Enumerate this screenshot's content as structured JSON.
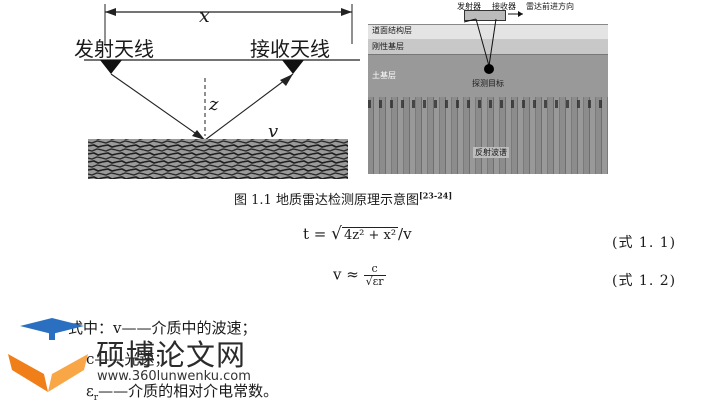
{
  "left_figure": {
    "distance_label": "x",
    "transmit_label": "发射天线",
    "receive_label": "接收天线",
    "depth_label": "z",
    "velocity_label": "v"
  },
  "right_figure": {
    "top_labels": {
      "transmitter": "发射器",
      "receiver": "接收器",
      "direction": "雷达前进方向"
    },
    "layers": [
      "道面结构层",
      "刚性基层",
      "土基层"
    ],
    "target_label": "探测目标",
    "wave_label": "反射波谱"
  },
  "caption": {
    "text": "图 1.1  地质雷达检测原理示意图",
    "ref": "[23-24]"
  },
  "equations": [
    {
      "lhs": "t =",
      "sqrt": "4z² + x²",
      "tail": "/v",
      "number": "(式 1. 1)"
    },
    {
      "lhs": "v ≈",
      "num": "c",
      "den": "√εr",
      "number": "(式 1. 2)"
    }
  ],
  "body": {
    "line1": "式中：v——介质中的波速；",
    "line2": "c——光速；",
    "line3_sym": "ε",
    "line3_sub": "r",
    "line3_rest": "——介质的相对介电常数。"
  },
  "watermark": {
    "title": "硕博论文网",
    "url": "www.360lunwenku.com"
  },
  "colors": {
    "accent_orange": "#f07f1a",
    "accent_blue": "#2a6fc0",
    "text": "#1a1a1a"
  }
}
